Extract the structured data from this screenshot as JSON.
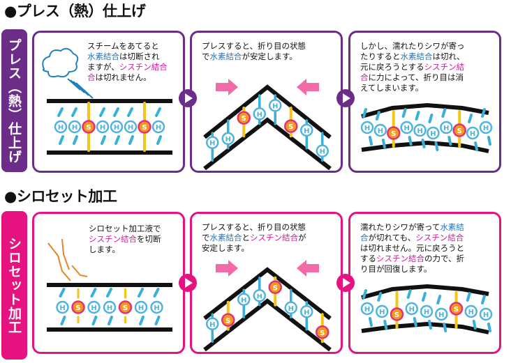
{
  "section1": {
    "title": "●プレス（熱）仕上げ",
    "side_label": "プレス（熱）仕上げ",
    "color": "#6b2d87",
    "panels": [
      {
        "lines": [
          [
            [
              "スチームをあてると",
              ""
            ]
          ],
          [
            [
              "水素結合",
              "blue"
            ],
            [
              "は切断され",
              ""
            ]
          ],
          [
            [
              "ますが、",
              ""
            ],
            [
              "シスチン結合",
              "pink"
            ]
          ],
          [
            [
              "合",
              "pink"
            ],
            [
              "は切れません。",
              ""
            ]
          ]
        ]
      },
      {
        "lines": [
          [
            [
              "プレスすると、折り目の状態",
              ""
            ]
          ],
          [
            [
              "で",
              ""
            ],
            [
              "水素結合",
              "blue"
            ],
            [
              "が安定します。",
              ""
            ]
          ]
        ]
      },
      {
        "lines": [
          [
            [
              "しかし、濡れたりシワが寄っ",
              ""
            ]
          ],
          [
            [
              "たりすると",
              ""
            ],
            [
              "水素結合",
              "blue"
            ],
            [
              "は切れ、",
              ""
            ]
          ],
          [
            [
              "元に戻ろうとする",
              ""
            ],
            [
              "シスチン結",
              "pink"
            ]
          ],
          [
            [
              "合",
              "pink"
            ],
            [
              "に力によって、折り目は消",
              ""
            ]
          ],
          [
            [
              "えてしまいます。",
              ""
            ]
          ]
        ]
      }
    ]
  },
  "section2": {
    "title": "●シロセット加工",
    "side_label": "シロセット加工",
    "color": "#e5127f",
    "panels": [
      {
        "lines": [
          [
            [
              "シロセット加工液で",
              ""
            ]
          ],
          [
            [
              "シスチン結合",
              "pink"
            ],
            [
              "を切断",
              ""
            ]
          ],
          [
            [
              "します。",
              ""
            ]
          ]
        ]
      },
      {
        "lines": [
          [
            [
              "プレスすると、折り目の状態",
              ""
            ]
          ],
          [
            [
              "で",
              ""
            ],
            [
              "水素結合",
              "blue"
            ],
            [
              "と",
              ""
            ],
            [
              "シスチン結合",
              "pink"
            ],
            [
              "が",
              ""
            ]
          ],
          [
            [
              "安定します。",
              ""
            ]
          ]
        ]
      },
      {
        "lines": [
          [
            [
              "濡れたりシワが寄って",
              ""
            ],
            [
              "水素結",
              "blue"
            ]
          ],
          [
            [
              "合",
              "blue"
            ],
            [
              "が切れても、",
              ""
            ],
            [
              "シスチン結合",
              "pink"
            ]
          ],
          [
            [
              "は切れません。元に戻ろうと",
              ""
            ]
          ],
          [
            [
              "する",
              ""
            ],
            [
              "シスチン結合",
              "pink"
            ],
            [
              "の力で、折",
              ""
            ]
          ],
          [
            [
              "り目が回復します。",
              ""
            ]
          ]
        ]
      }
    ]
  },
  "colors": {
    "bond_blue": "#3ab0d8",
    "bond_yellow": "#f6c417",
    "h_fill": "#4fb3dd",
    "s_fill": "#f39a1e",
    "s_ring": "#e0317a",
    "pink_arrow": "#f26aa8",
    "steam": "#1f7fc0",
    "chemical": "#e2862b"
  },
  "atoms": {
    "h": "H",
    "s": "S"
  }
}
